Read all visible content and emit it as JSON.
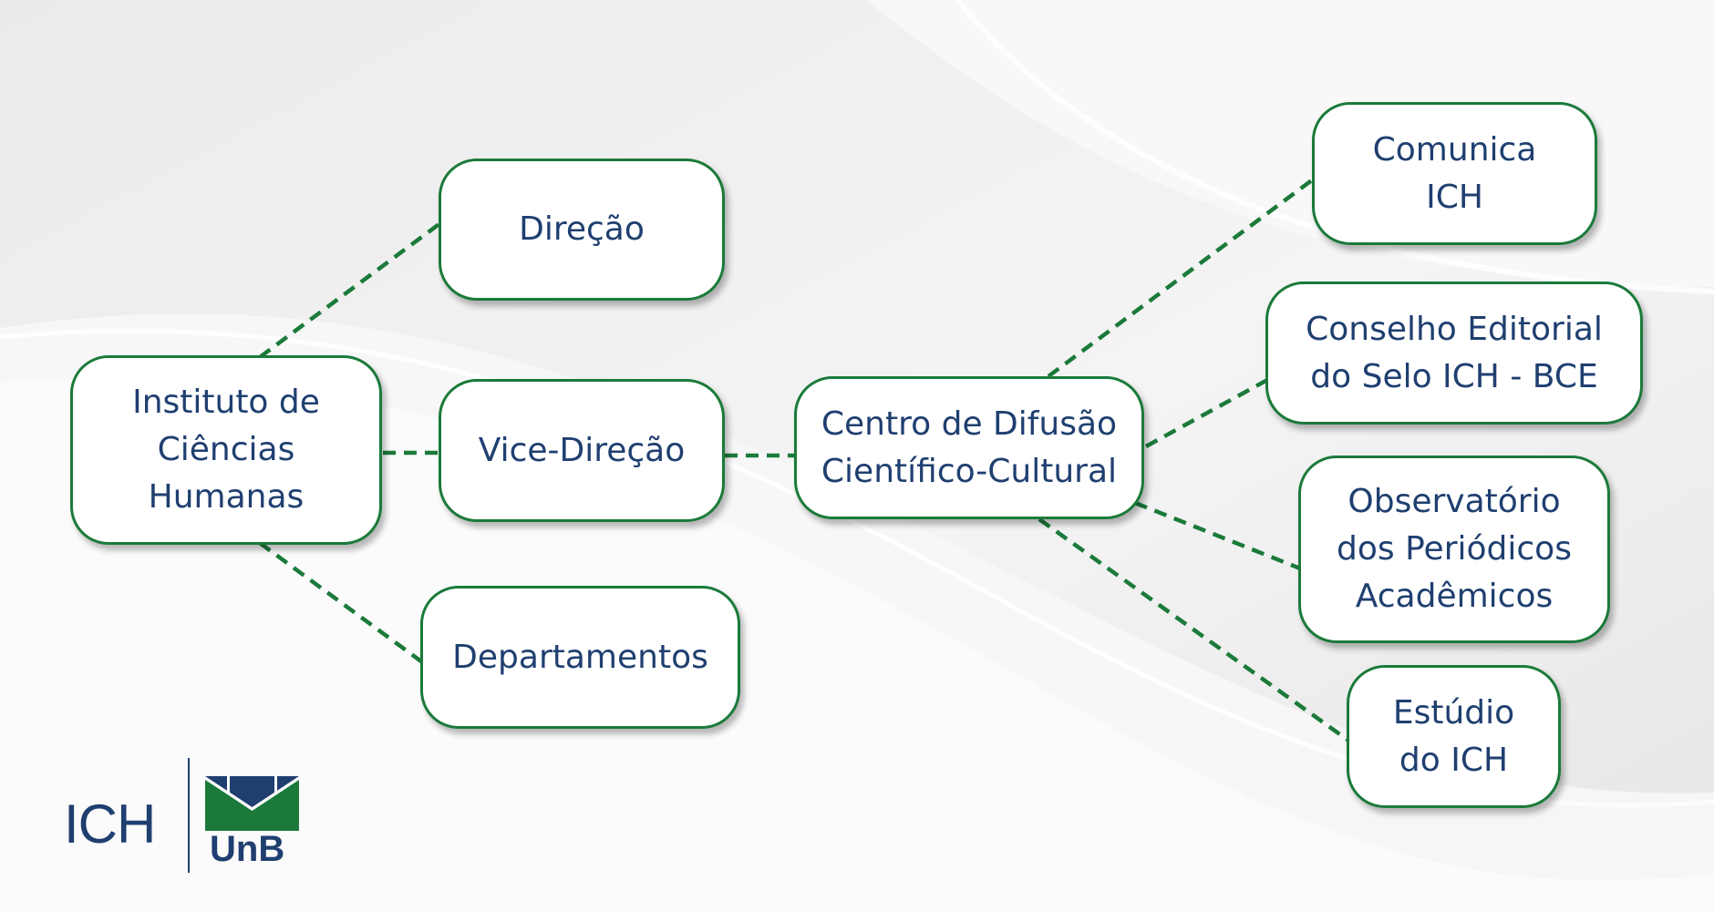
{
  "nodes": {
    "root": "Instituto de\nCiências\nHumanas",
    "direcao": "Direção",
    "vice_direcao": "Vice-Direção",
    "departamentos": "Departamentos",
    "centro": "Centro de Difusão\nCientífico-Cultural",
    "comunica": "Comunica\nICH",
    "conselho": "Conselho Editorial\ndo Selo ICH - BCE",
    "observatorio": "Observatório\ndos Periódicos\nAcadêmicos",
    "estudio": "Estúdio\ndo ICH"
  },
  "logo": {
    "ich": "ICH",
    "unb": "UnB"
  },
  "colors": {
    "border": "#1b7a3a",
    "text": "#1f3f70",
    "link": "#1b7a3a"
  }
}
